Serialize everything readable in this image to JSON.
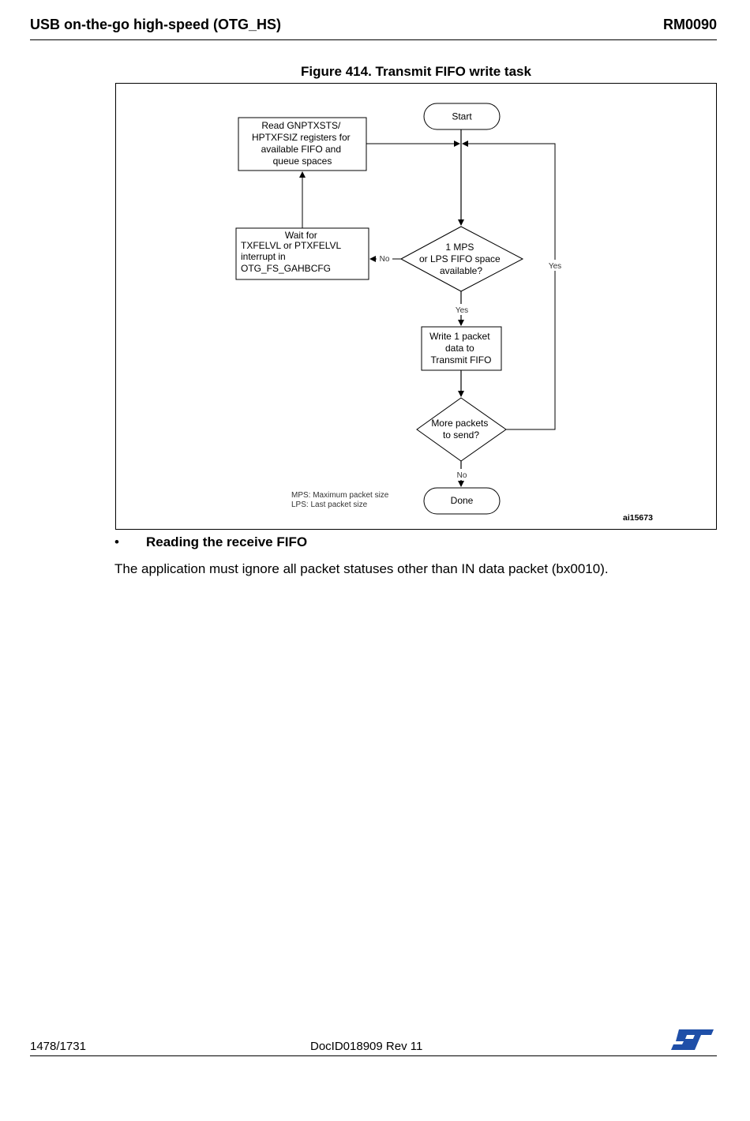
{
  "header": {
    "section_title": "USB on-the-go high-speed (OTG_HS)",
    "doc_code": "RM0090"
  },
  "figure": {
    "caption": "Figure 414. Transmit FIFO write task",
    "nodes": {
      "start": "Start",
      "read_registers": [
        "Read GNPTXSTS/",
        "HPTXFSIZ registers for",
        "available FIFO and",
        "queue spaces"
      ],
      "wait_for": [
        "Wait for",
        "TXFELVL or PTXFELVL",
        "interrupt in",
        "OTG_FS_GAHBCFG"
      ],
      "decision_space": [
        "1 MPS",
        "or LPS FIFO space",
        "available?"
      ],
      "write_packet": [
        "Write 1 packet",
        "data to",
        "Transmit FIFO"
      ],
      "decision_more": [
        "More packets",
        "to send?"
      ],
      "done": "Done"
    },
    "edge_labels": {
      "no_space": "No",
      "yes_space": "Yes",
      "yes_more": "Yes",
      "no_more": "No"
    },
    "legend": [
      "MPS: Maximum packet size",
      "LPS: Last packet size"
    ],
    "figure_id": "ai15673"
  },
  "bullet": {
    "symbol": "•",
    "title": "Reading the receive FIFO"
  },
  "body": "The application must ignore all packet statuses other than IN data packet (bx0010).",
  "footer": {
    "page": "1478/1731",
    "doc_id": "DocID018909 Rev 11"
  },
  "logo": {
    "name": "st-logo-icon",
    "color": "#1f4fa8"
  }
}
